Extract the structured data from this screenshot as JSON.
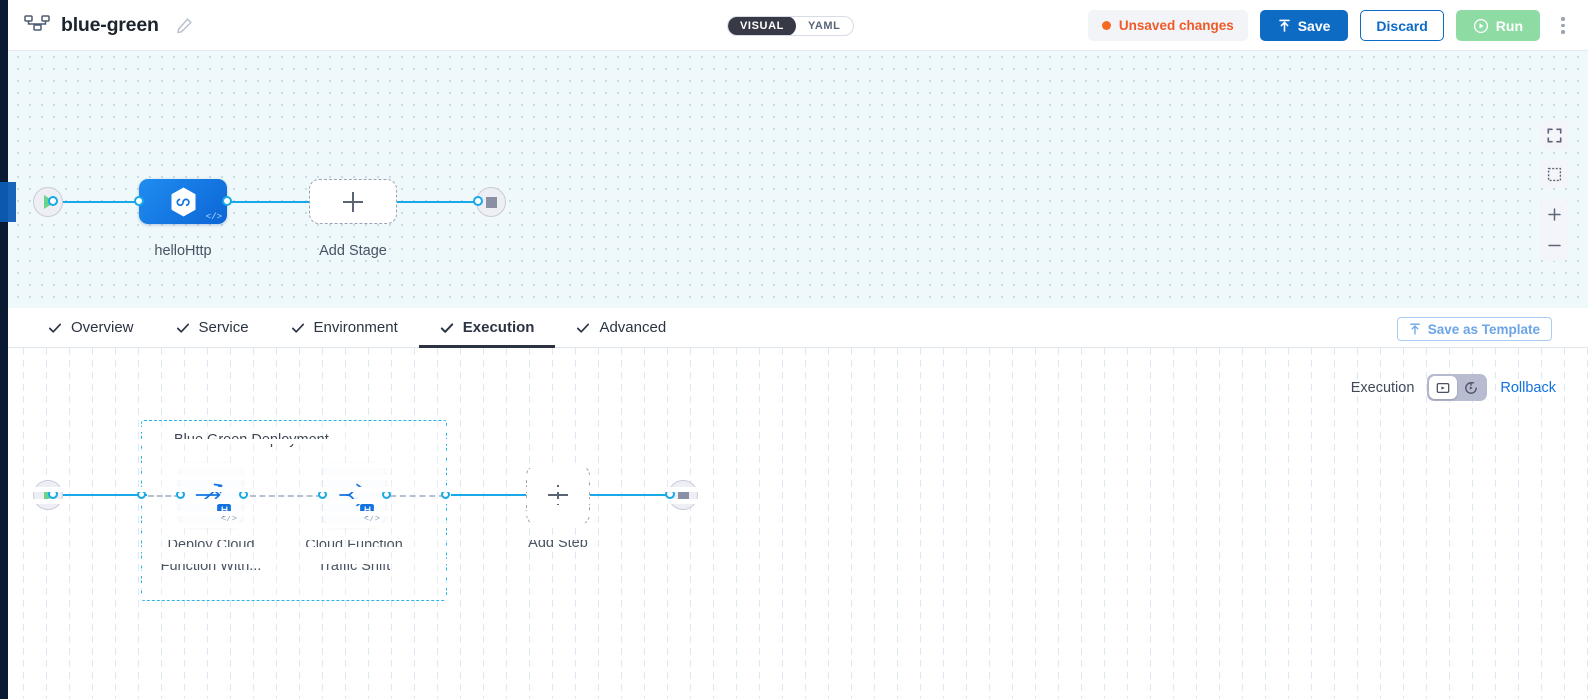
{
  "header": {
    "pipeline_icon": "pipeline-nodes-icon",
    "title": "blue-green",
    "edit_icon": "pencil-icon",
    "view_toggle": {
      "visual": "VISUAL",
      "yaml": "YAML",
      "selected": "VISUAL"
    },
    "unsaved": {
      "label": "Unsaved changes",
      "dot_color": "#f56a20"
    },
    "save_label": "Save",
    "discard_label": "Discard",
    "run_label": "Run",
    "more_icon": "kebab-menu-icon",
    "accent_blue": "#0d6bc4",
    "run_green": "#8fdba4"
  },
  "top_canvas": {
    "start_node": "start-play-icon",
    "end_node": "end-stop-icon",
    "stage": {
      "label": "helloHttp",
      "icon": "cloud-function-hexagon-icon",
      "code_badge": "</>"
    },
    "add_stage": {
      "label": "Add Stage",
      "icon": "plus-icon"
    },
    "controls": [
      {
        "name": "fit-screen-icon"
      },
      {
        "name": "zoom-to-selection-icon"
      },
      {
        "name": "zoom-in-icon"
      },
      {
        "name": "zoom-out-icon"
      }
    ]
  },
  "tabs": [
    {
      "label": "Overview",
      "active": false,
      "icon": "check-icon"
    },
    {
      "label": "Service",
      "active": false,
      "icon": "check-icon"
    },
    {
      "label": "Environment",
      "active": false,
      "icon": "check-icon"
    },
    {
      "label": "Execution",
      "active": true,
      "icon": "check-icon"
    },
    {
      "label": "Advanced",
      "active": false,
      "icon": "check-icon"
    }
  ],
  "save_as_template": {
    "label": "Save as Template",
    "icon": "upload-template-icon"
  },
  "execution_bar": {
    "label": "Execution",
    "toggle": [
      {
        "name": "execution-view-icon",
        "active": true
      },
      {
        "name": "rollback-view-icon",
        "active": false
      }
    ],
    "rollback_label": "Rollback"
  },
  "bottom_canvas": {
    "start_node": "start-play-icon",
    "end_node": "end-stop-icon",
    "stage_group": {
      "title": "Blue Green Deployment",
      "collapse_icon": "collapse-dash-icon"
    },
    "steps": [
      {
        "label": "Deploy Cloud\nFunction With...",
        "icon": "deploy-cloud-function-icon",
        "badge": "plugin-hexagon-icon",
        "code_badge": "</>"
      },
      {
        "label": "Cloud Function\nTraffic Shift",
        "icon": "traffic-shift-icon",
        "badge": "plugin-hexagon-icon",
        "code_badge": "</>"
      }
    ],
    "add_step": {
      "label": "Add Step",
      "icon": "plus-icon"
    }
  }
}
